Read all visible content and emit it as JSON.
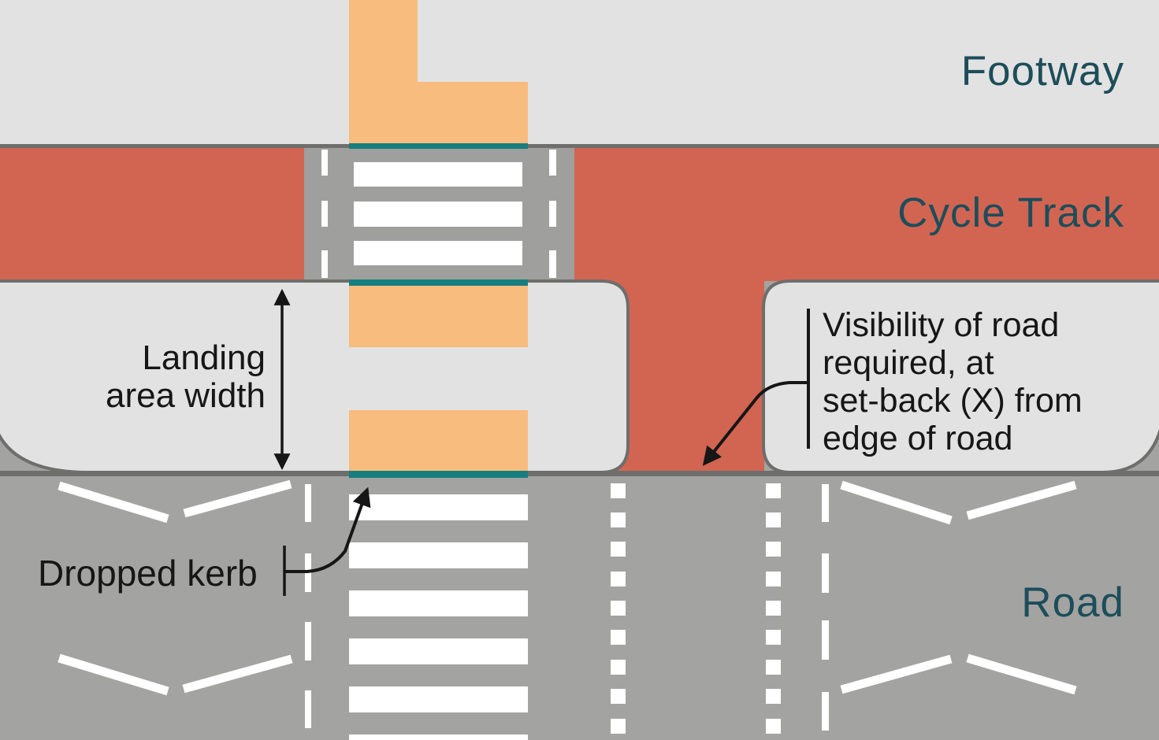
{
  "zones": {
    "footway": {
      "label": "Footway"
    },
    "cycle_track": {
      "label": "Cycle Track"
    },
    "road": {
      "label": "Road"
    }
  },
  "annotations": {
    "landing_width": {
      "lines": [
        "Landing",
        "area width"
      ]
    },
    "dropped_kerb": {
      "label": "Dropped kerb"
    },
    "visibility": {
      "lines": [
        "Visibility of road",
        "required, at",
        "set-back (X) from",
        "edge of road"
      ]
    }
  },
  "colors": {
    "footway_gray": "#e2e2e2",
    "road_gray": "#a3a3a1",
    "crossing_gray": "#9f9f9d",
    "cycle_red": "#d26552",
    "tactile_orange": "#f8bc7e",
    "kerb_teal": "#177e7f",
    "edge_gray": "#6e6e6c",
    "label_teal": "#1d4d5a",
    "ink_black": "#161616",
    "marking_white": "#ffffff"
  }
}
